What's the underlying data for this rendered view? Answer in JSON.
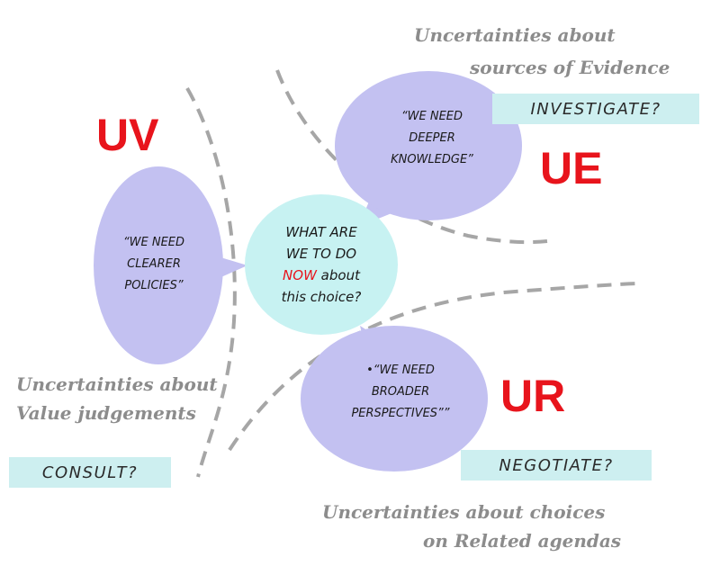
{
  "headings": {
    "evidence": [
      "Uncertainties about",
      "sources of Evidence"
    ],
    "value": [
      "Uncertainties about",
      "Value judgements"
    ],
    "related": [
      "Uncertainties about choices",
      "on Related agendas"
    ]
  },
  "codes": {
    "uv": "UV",
    "ue": "UE",
    "ur": "UR"
  },
  "actions": {
    "investigate": "INVESTIGATE?",
    "consult": "CONSULT?",
    "negotiate": "NEGOTIATE?"
  },
  "bubbles": {
    "knowledge": [
      "“WE NEED",
      "DEEPER",
      "KNOWLEDGE”"
    ],
    "policies": [
      "“WE NEED",
      "CLEARER",
      "POLICIES”"
    ],
    "perspectives": [
      "•“WE NEED",
      "BROADER",
      "PERSPECTIVES””"
    ]
  },
  "center": {
    "line1": "WHAT ARE",
    "line2": "WE TO DO",
    "now": "NOW",
    "line3_rest": " about",
    "line4": "this choice?"
  },
  "colors": {
    "bubble_fill": "#c3c1f1",
    "center_fill": "#c7f2f2",
    "action_fill": "#cdeff0",
    "code_red": "#e8141c",
    "heading_gray": "#8c8c8c",
    "dash_gray": "#a6a6a6"
  }
}
